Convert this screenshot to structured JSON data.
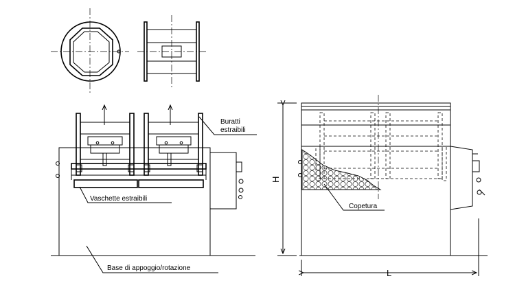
{
  "labels": {
    "buratti_line1": "Buratti",
    "buratti_line2": "estraibili",
    "vaschette": "Vaschette estraibili",
    "base": "Base di appoggio/rotazione",
    "copertura": "Copetura",
    "dim_h": "H",
    "dim_l": "L"
  }
}
